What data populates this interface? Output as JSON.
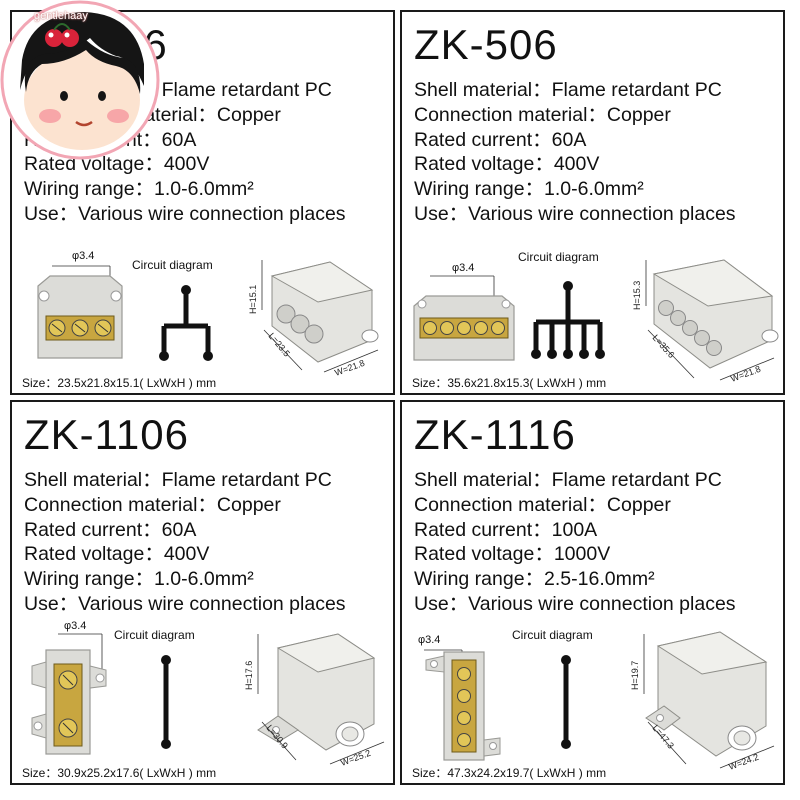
{
  "watermark": "gentlehaay",
  "panels": [
    {
      "model": "ZK-406",
      "specs": [
        "Shell material：Flame retardant PC",
        "Connection material：Copper",
        "Rated current：60A",
        "Rated voltage：400V",
        "Wiring range：1.0-6.0mm²",
        "Use：Various wire connection places"
      ],
      "circuit_label": "Circuit diagram",
      "hole_label": "φ3.4",
      "dim_h": "H=15.1",
      "dim_l": "L=23.5",
      "dim_w": "W=21.8",
      "size": "Size：23.5x21.8x15.1( LxWxH ) mm"
    },
    {
      "model": "ZK-506",
      "specs": [
        "Shell material：Flame retardant PC",
        "Connection material：Copper",
        "Rated current：60A",
        "Rated voltage：400V",
        "Wiring range：1.0-6.0mm²",
        "Use：Various wire connection places"
      ],
      "circuit_label": "Circuit diagram",
      "hole_label": "φ3.4",
      "dim_h": "H=15.3",
      "dim_l": "L=35.6",
      "dim_w": "W=21.8",
      "size": "Size：35.6x21.8x15.3( LxWxH ) mm"
    },
    {
      "model": "ZK-1106",
      "specs": [
        "Shell material：Flame retardant PC",
        "Connection material：Copper",
        "Rated current：60A",
        "Rated voltage：400V",
        "Wiring range：1.0-6.0mm²",
        "Use：Various wire connection places"
      ],
      "circuit_label": "Circuit diagram",
      "hole_label": "φ3.4",
      "dim_h": "H=17.6",
      "dim_l": "L=30.9",
      "dim_w": "W=25.2",
      "size": "Size：30.9x25.2x17.6( LxWxH ) mm"
    },
    {
      "model": "ZK-1116",
      "specs": [
        "Shell material：Flame retardant PC",
        "Connection material：Copper",
        "Rated current：100A",
        "Rated voltage：1000V",
        "Wiring range：2.5-16.0mm²",
        "Use：Various wire connection places"
      ],
      "circuit_label": "Circuit diagram",
      "hole_label": "φ3.4",
      "dim_h": "H=19.7",
      "dim_l": "L=47.3",
      "dim_w": "W=24.2",
      "size": "Size：47.3x24.2x19.7( LxWxH ) mm"
    }
  ]
}
